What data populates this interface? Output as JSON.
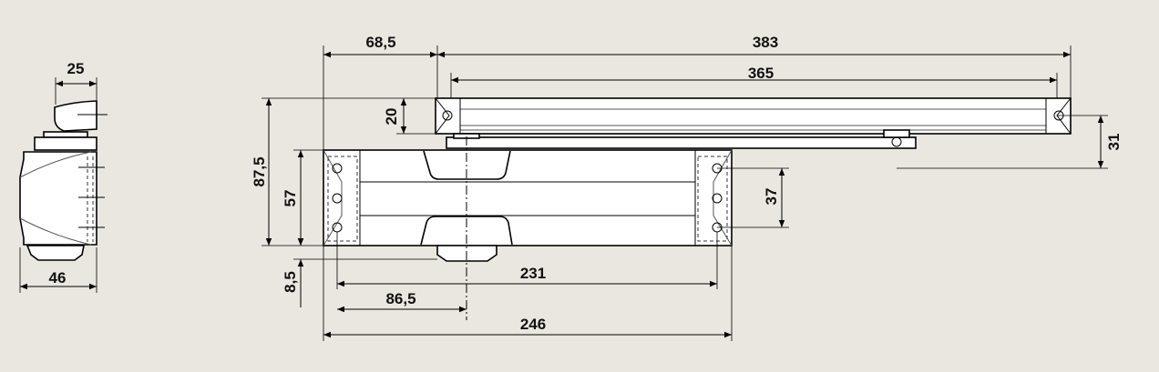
{
  "side_view": {
    "width_top": "25",
    "width_bottom": "46"
  },
  "front_view": {
    "offset_arm": "68,5",
    "arm_rail_length": "383",
    "arm_rail_inner": "365",
    "rail_height": "20",
    "total_height": "87,5",
    "body_height": "57",
    "arm_offset_vertical": "31",
    "mount_hole_offset": "37",
    "bottom_offset": "8,5",
    "hole_spacing": "231",
    "axis_offset": "86,5",
    "body_length": "246"
  },
  "colors": {
    "background": "#e9e7e0",
    "line": "#000000",
    "part_fill": "#ffffff"
  }
}
